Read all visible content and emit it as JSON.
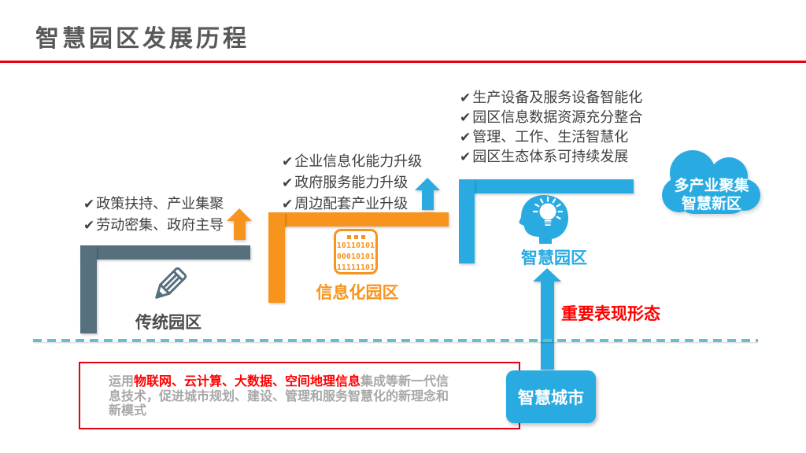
{
  "slide": {
    "title": "智慧园区发展历程"
  },
  "glyphs": {
    "check": "✔"
  },
  "stages": {
    "traditional": {
      "label": "传统园区",
      "bullets": [
        "政策扶持、产业集聚",
        "劳动密集、政府主导"
      ]
    },
    "informatized": {
      "label": "信息化园区",
      "bullets": [
        "企业信息化能力升级",
        "政府服务能力升级",
        "周边配套产业升级"
      ],
      "icon_lines": [
        "10110101",
        "00010101",
        "11111101"
      ]
    },
    "smart": {
      "label": "智慧园区",
      "bullets": [
        "生产设备及服务设备智能化",
        "园区信息数据资源充分整合",
        "管理、工作、生活智慧化",
        "园区生态体系可持续发展"
      ]
    }
  },
  "cloud": {
    "line1": "多产业聚集",
    "line2": "智慧新区"
  },
  "annotation": {
    "label": "重要表现形态"
  },
  "smart_city": {
    "label": "智慧城市"
  },
  "description": {
    "prefix": "运用",
    "highlight": "物联网、云计算、大数据、空间地理信息",
    "suffix": "集成等新一代信息技术，促进城市规划、建设、管理和服务智慧化的新理念和新模式"
  },
  "colors": {
    "slate": "#56707E",
    "orange": "#F7941E",
    "blue": "#29ABE2",
    "teal_dash": "#5EC1CC",
    "red_accent": "#E60012",
    "red_text": "#FF0000",
    "title_gray": "#595959",
    "body_gray": "#A8A8A8",
    "bullet_text": "#404040"
  }
}
